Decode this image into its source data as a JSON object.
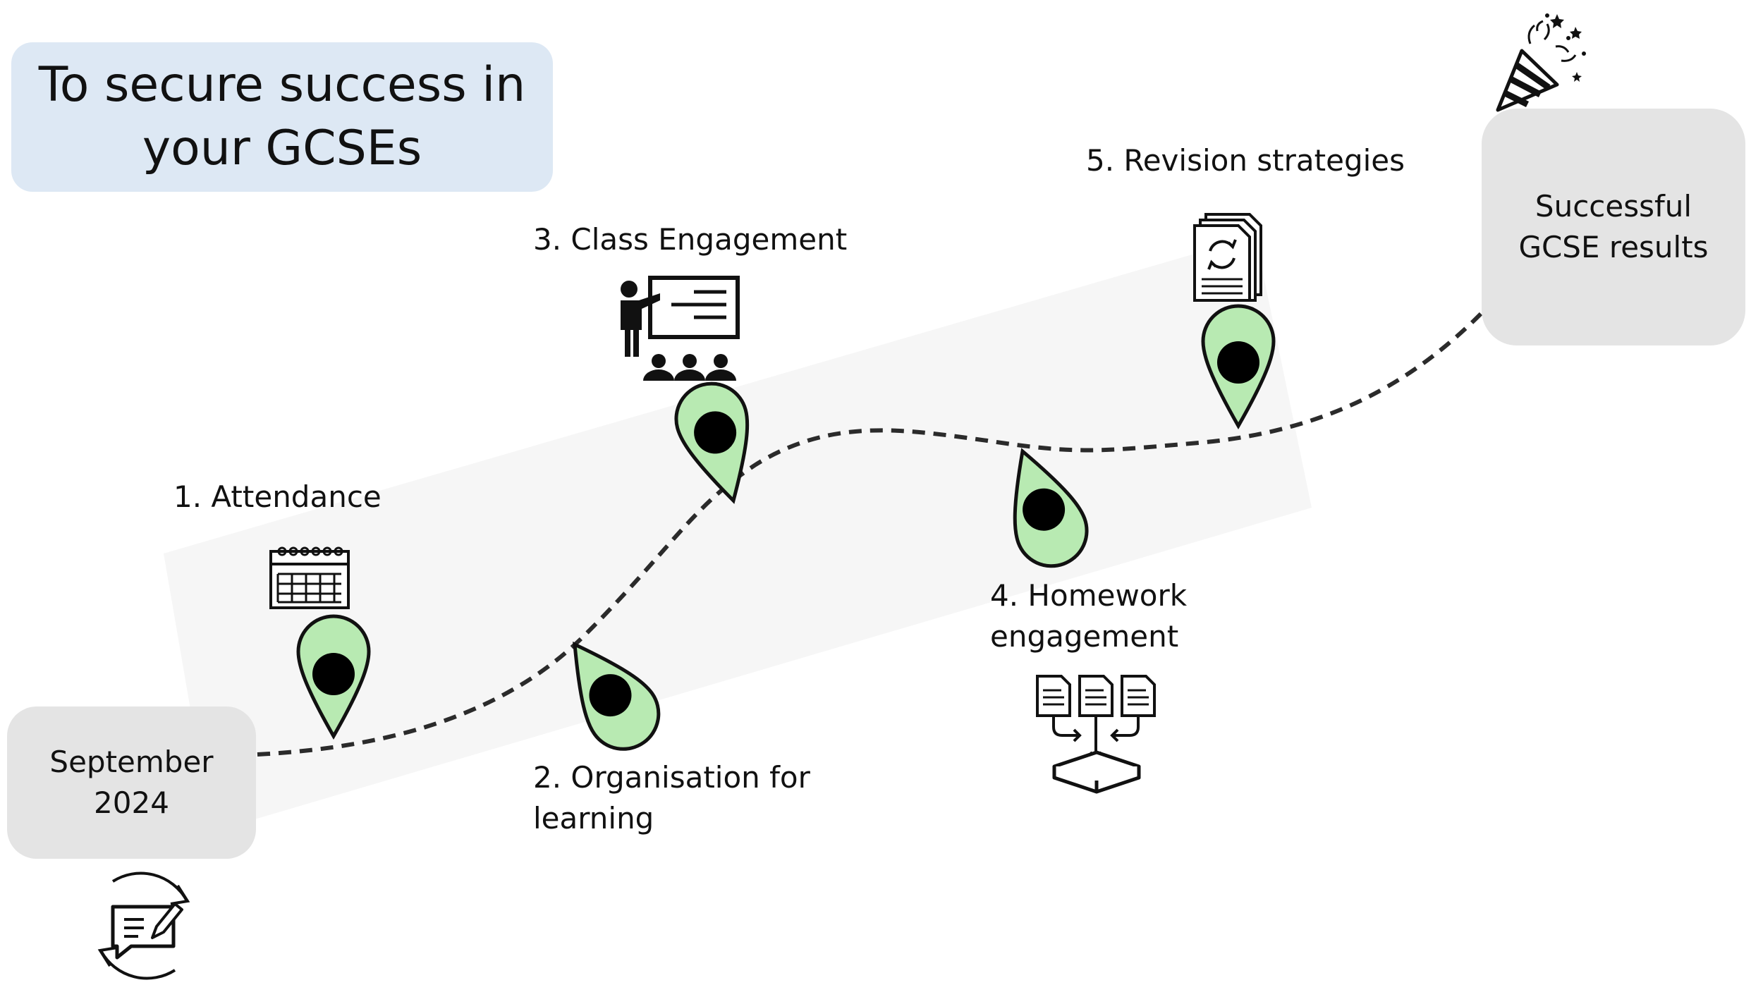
{
  "title": {
    "line1": "To secure success in",
    "line2": "your GCSEs"
  },
  "start": {
    "line1": "September",
    "line2": "2024"
  },
  "end": {
    "line1": "Successful",
    "line2": "GCSE results"
  },
  "steps": [
    {
      "line1": "1. Attendance",
      "icon": "calendar-icon"
    },
    {
      "line1": "2. Organisation for",
      "line2": "learning",
      "icon": "notes-icon"
    },
    {
      "line1": "3. Class Engagement",
      "icon": "teacher-presentation-icon"
    },
    {
      "line1": "4. Homework",
      "line2": "engagement",
      "icon": "documents-submit-icon"
    },
    {
      "line1": "5. Revision strategies",
      "icon": "revision-documents-icon"
    }
  ],
  "colors": {
    "title_bg": "#dde8f4",
    "box_bg": "#e4e4e4",
    "pin_fill": "#b8eab2",
    "road_line": "#2b2b2b"
  }
}
